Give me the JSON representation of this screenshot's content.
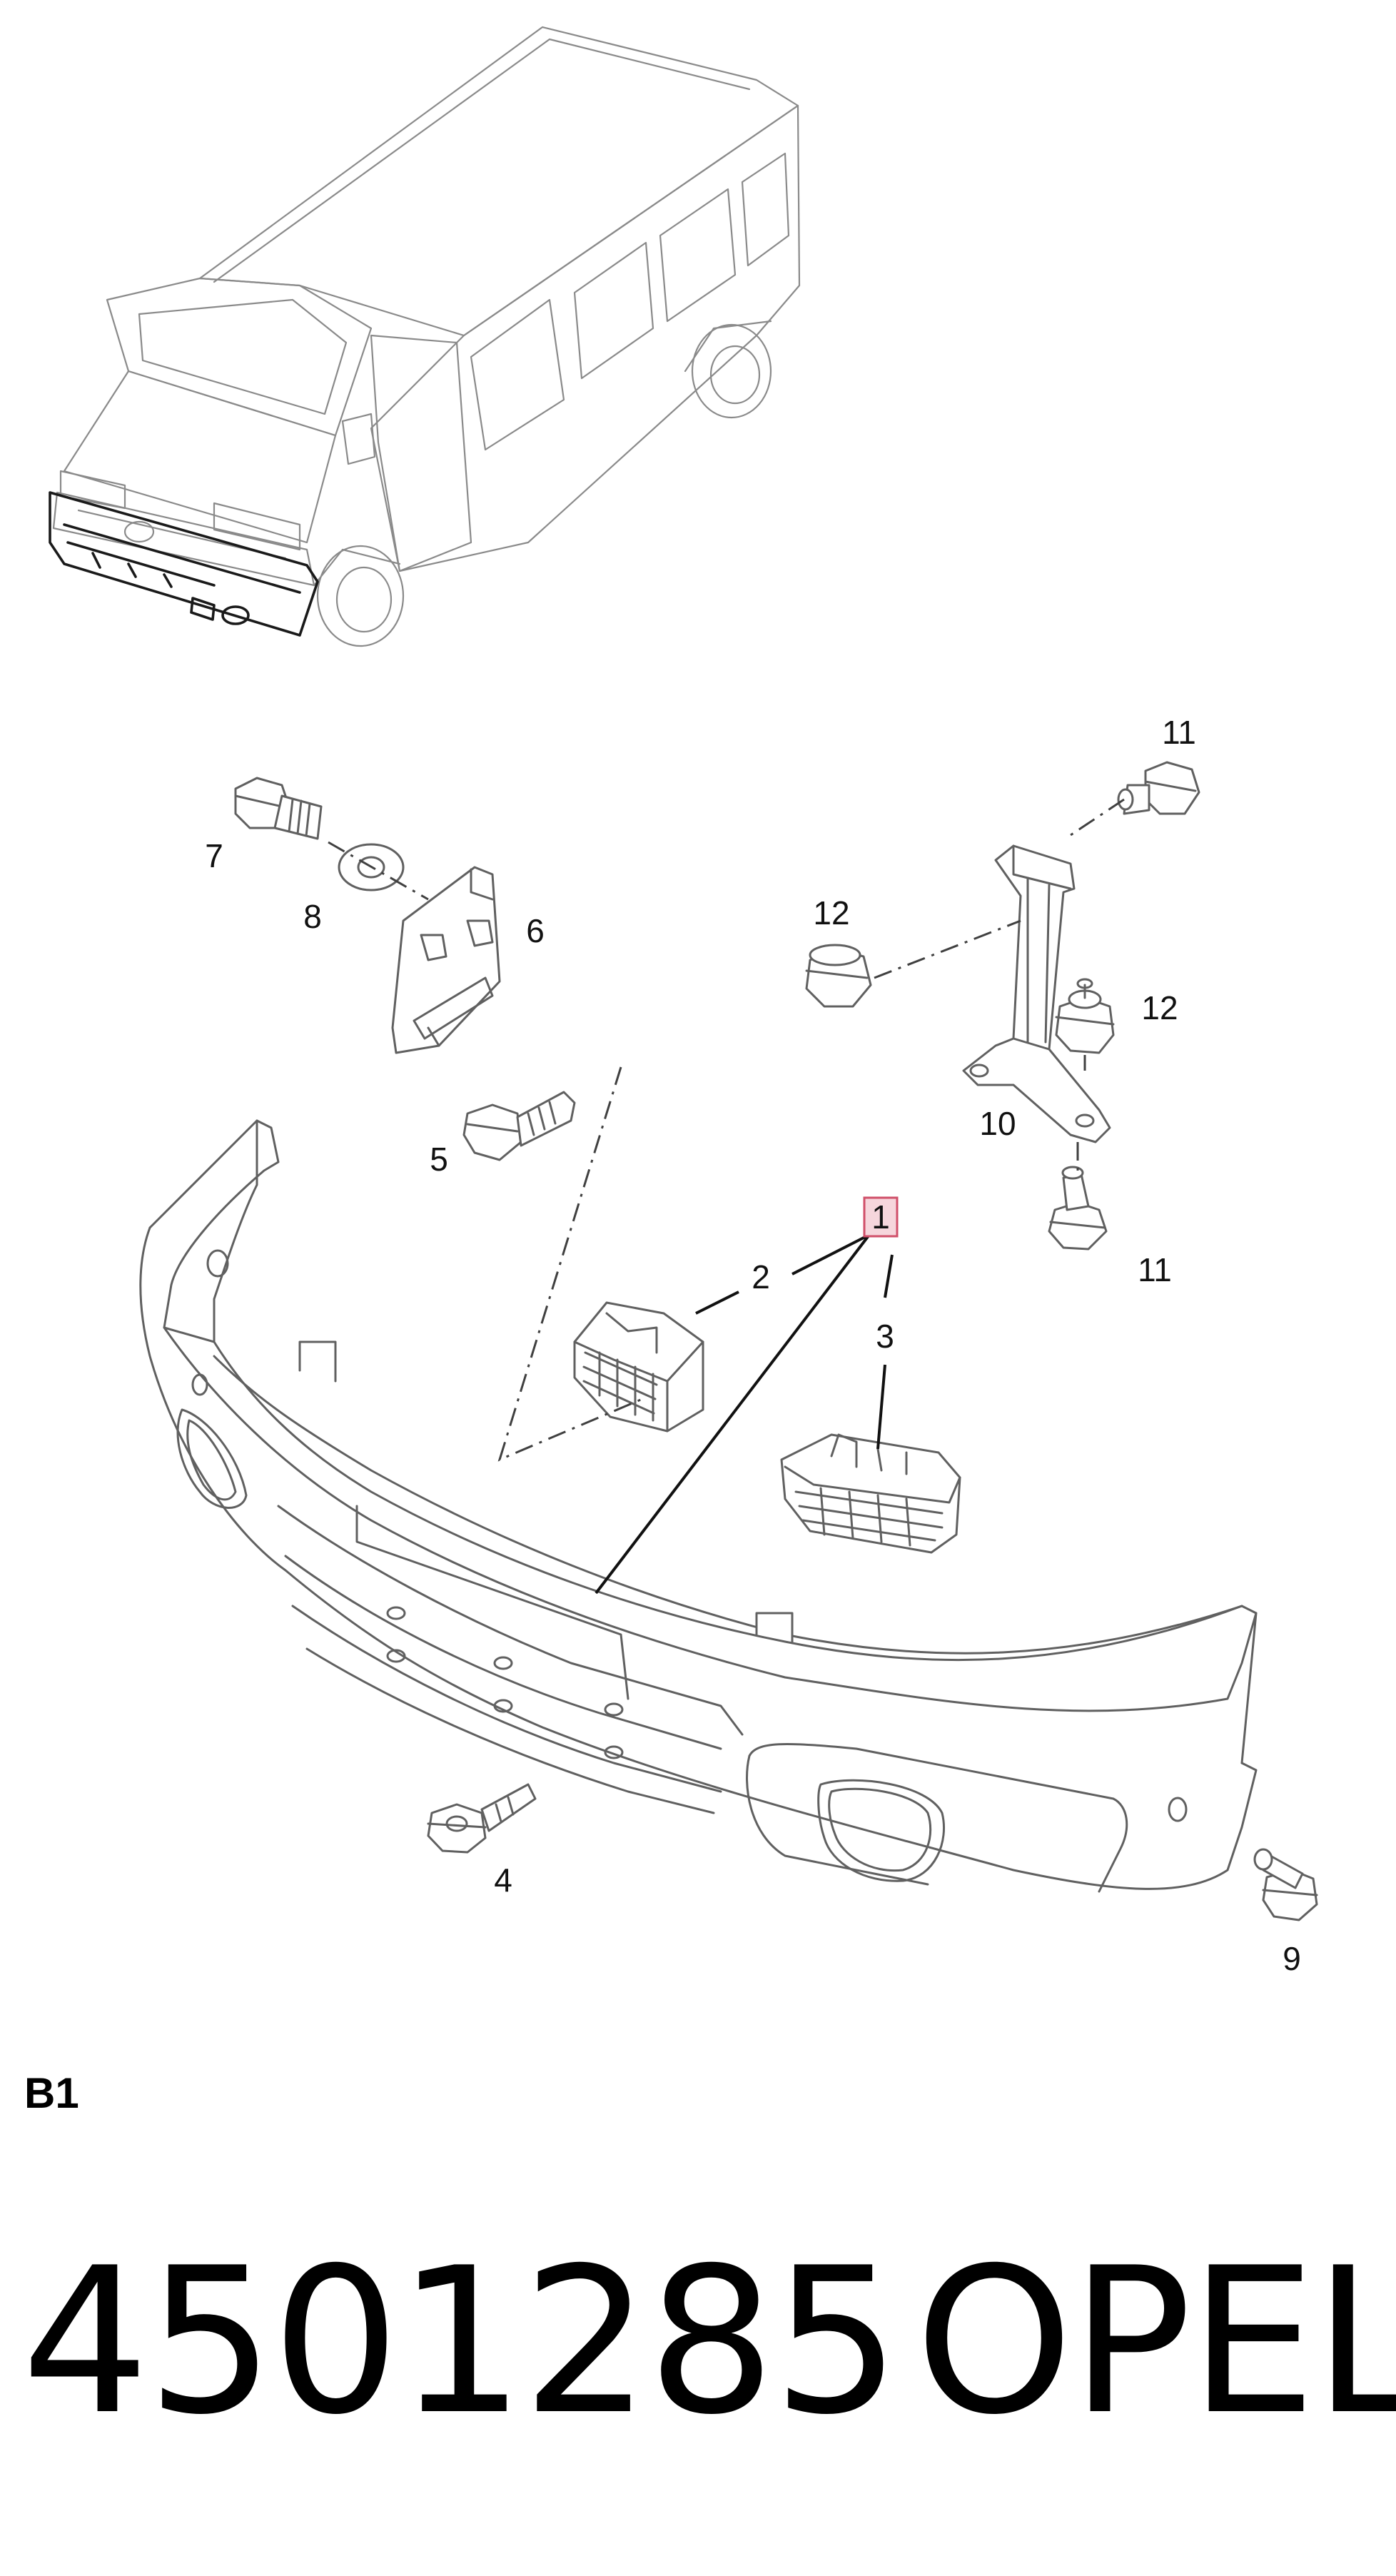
{
  "diagram": {
    "callouts": {
      "c1": "1",
      "c2": "2",
      "c3": "3",
      "c4": "4",
      "c5": "5",
      "c6": "6",
      "c7": "7",
      "c8": "8",
      "c9": "9",
      "c10": "10",
      "c11a": "11",
      "c11b": "11",
      "c12a": "12",
      "c12b": "12"
    },
    "highlight_color": "#d0506a"
  },
  "footer": {
    "section_code": "B1",
    "part_number": "4501285",
    "brand": "OPEL"
  }
}
